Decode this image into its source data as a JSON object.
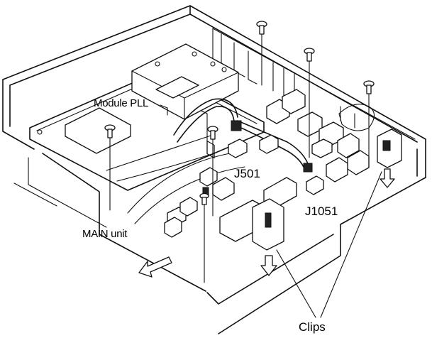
{
  "labels": {
    "module_pll": "Module PLL",
    "j501": "J501",
    "j1051": "J1051",
    "main_unit": "MAIN unit",
    "clips": "Clips"
  }
}
